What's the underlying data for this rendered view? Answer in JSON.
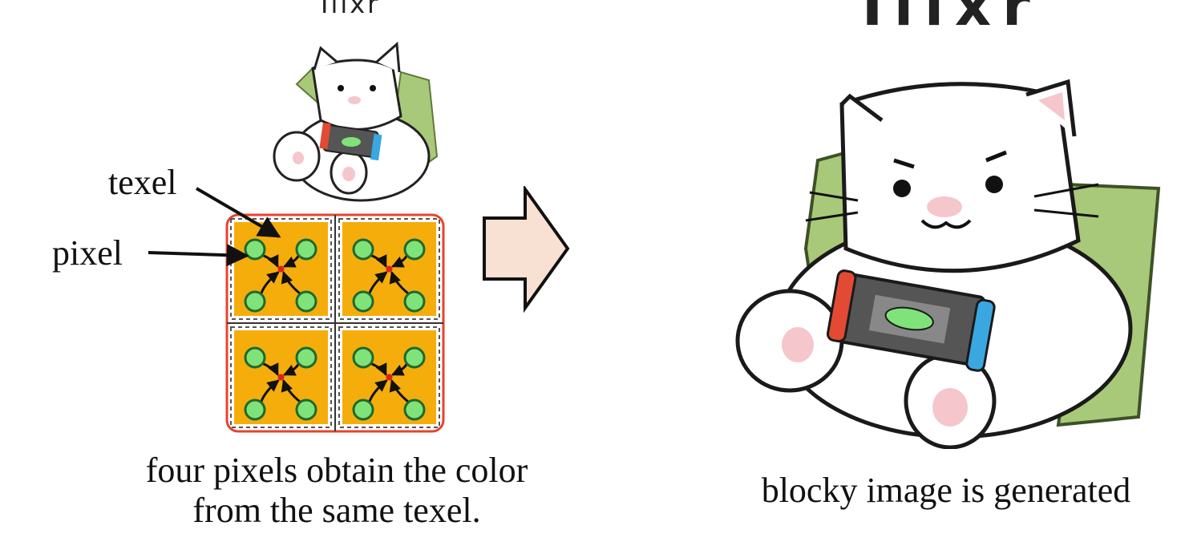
{
  "labels": {
    "texel": "texel",
    "pixel": "pixel"
  },
  "captions": {
    "left_line1": "four pixels obtain the color",
    "left_line2": "from the same texel.",
    "right": "blocky image is generated"
  },
  "signature": "Iiixr",
  "colors": {
    "texel_fill": "#f5ad0c",
    "texel_border": "#e8432e",
    "pixel_fill": "#7fe37a",
    "pixel_stroke": "#1d6a2c",
    "sample_point": "#e32020",
    "arrow_fill": "#f8e0d2",
    "pillow": "#a9c97a",
    "switch_red": "#e24a33",
    "switch_blue": "#3aa7e0",
    "switch_body": "#555555",
    "cat_pink": "#f5c6cc"
  }
}
